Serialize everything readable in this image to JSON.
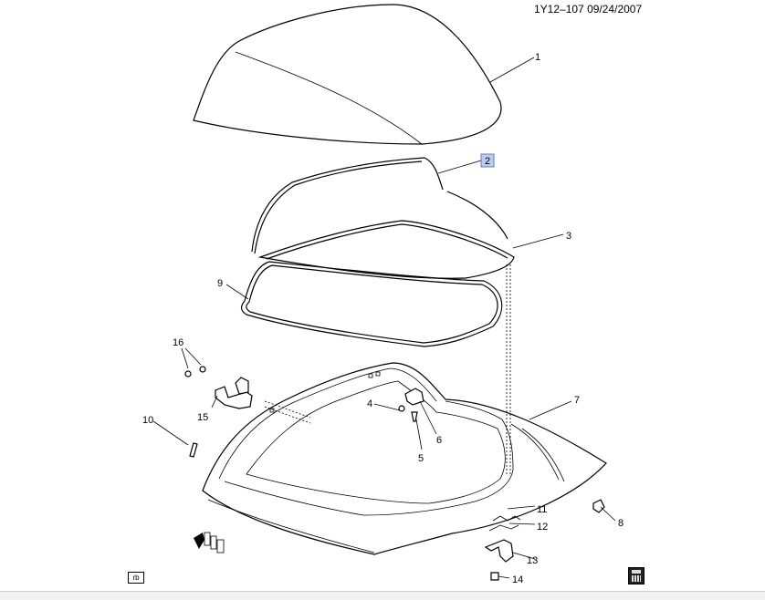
{
  "header": {
    "id": "1Y12–107",
    "date": "09/24/2007"
  },
  "callouts": [
    {
      "number": "1",
      "highlighted": false
    },
    {
      "number": "2",
      "highlighted": true
    },
    {
      "number": "3",
      "highlighted": false
    },
    {
      "number": "4",
      "highlighted": false
    },
    {
      "number": "5",
      "highlighted": false
    },
    {
      "number": "6",
      "highlighted": false
    },
    {
      "number": "7",
      "highlighted": false
    },
    {
      "number": "8",
      "highlighted": false
    },
    {
      "number": "9",
      "highlighted": false
    },
    {
      "number": "10",
      "highlighted": false
    },
    {
      "number": "11",
      "highlighted": false
    },
    {
      "number": "12",
      "highlighted": false
    },
    {
      "number": "13",
      "highlighted": false
    },
    {
      "number": "14",
      "highlighted": false
    },
    {
      "number": "15",
      "highlighted": false
    },
    {
      "number": "16",
      "highlighted": false
    }
  ],
  "footer": {
    "rb_label": "rb"
  },
  "colors": {
    "highlight_fill": "#b9cdf0",
    "highlight_stroke": "#5b7fc4"
  }
}
